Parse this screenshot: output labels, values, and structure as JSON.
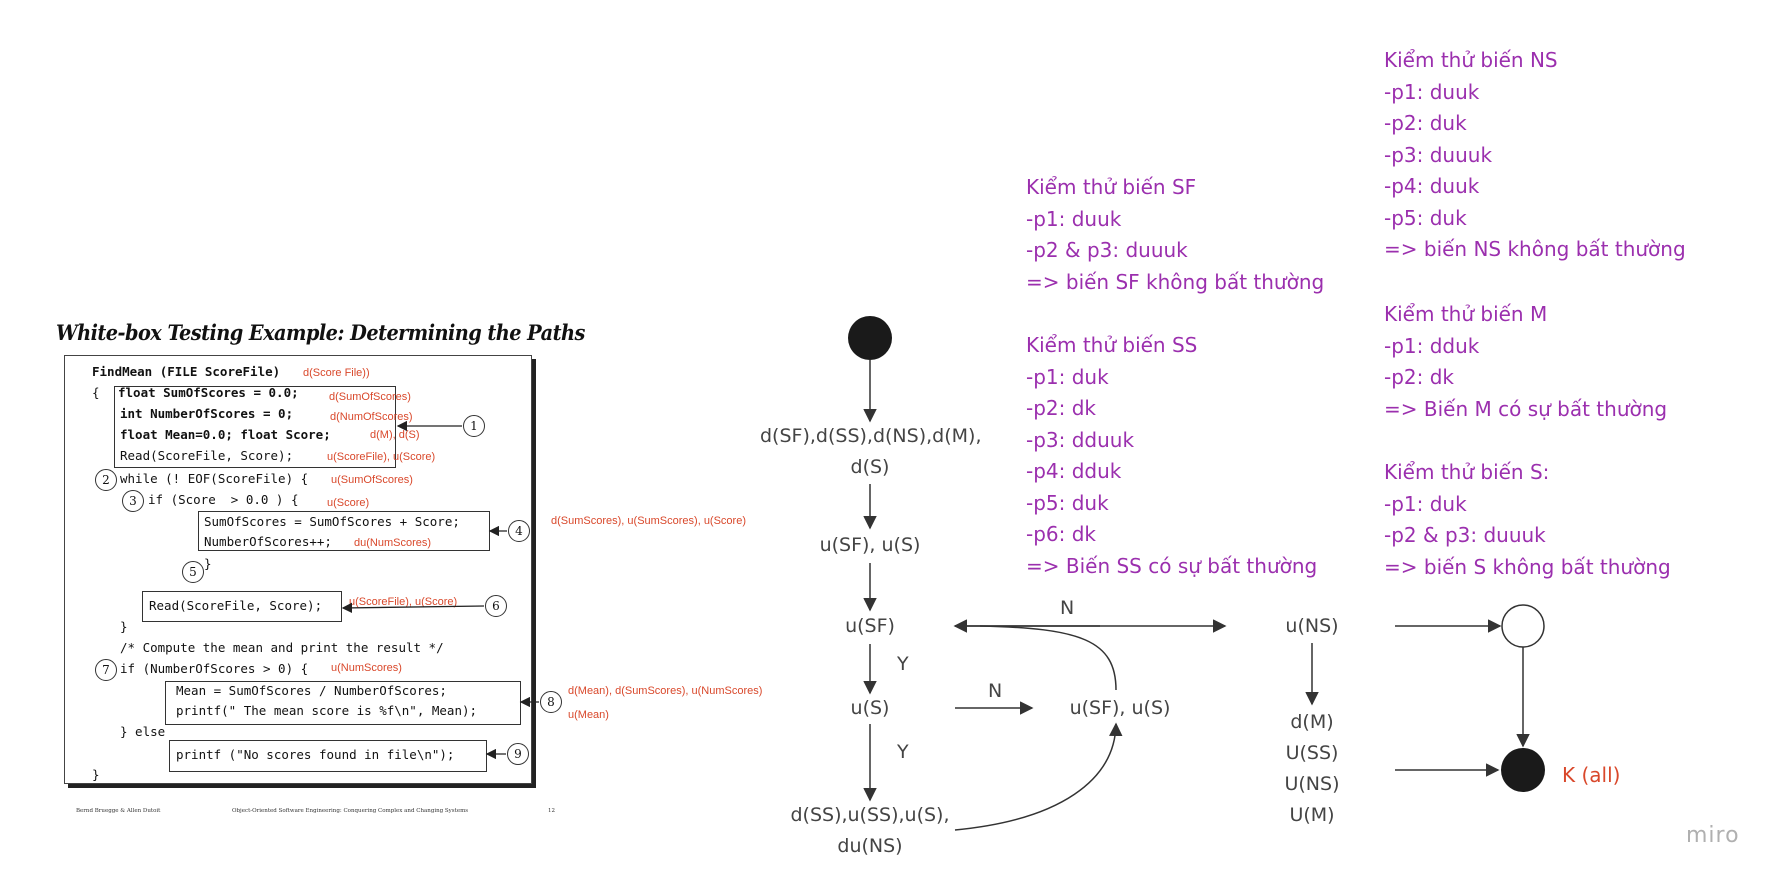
{
  "slide": {
    "title": "White-box Testing Example: Determining the Paths",
    "code": [
      "FindMean (FILE ScoreFile)",
      "{",
      "float SumOfScores = 0.0;",
      "int NumberOfScores = 0;",
      "float Mean=0.0; float Score;",
      "Read(ScoreFile, Score);",
      "while (! EOF(ScoreFile) {",
      "if (Score  > 0.0 ) {",
      "SumOfScores = SumOfScores + Score;",
      "NumberOfScores++;",
      "}",
      "Read(ScoreFile, Score);",
      "}",
      "/* Compute the mean and print the result */",
      "if (NumberOfScores > 0) {",
      "Mean = SumOfScores / NumberOfScores;",
      "printf(\" The mean score is %f\\n\", Mean);",
      "} else",
      "printf (\"No scores found in file\\n\");",
      "}"
    ],
    "annotations": [
      "d(Score File))",
      "d(SumOfScores)",
      "d(NumOfScores)",
      "d(M), d(S)",
      "u(ScoreFile), u(Score)",
      "u(SumOfScores)",
      "u(Score)",
      "d(SumScores), u(SumScores), u(Score)",
      "du(NumScores)",
      "u(ScoreFile), u(Score)",
      "u(NumScores)",
      "d(Mean), d(SumScores), u(NumScores)",
      "u(Mean)"
    ],
    "circles": [
      "1",
      "2",
      "3",
      "4",
      "5",
      "6",
      "7",
      "8",
      "9"
    ],
    "footer": {
      "left": "Bernd Bruegge & Allen Dutoit",
      "center": "Object-Oriented Software Engineering: Conquering Complex and Changing Systems",
      "right": "12"
    }
  },
  "graph": {
    "nodes": {
      "n1_line1": "d(SF),d(SS),d(NS),d(M),",
      "n1_line2": "d(S)",
      "n2": "u(SF), u(S)",
      "n3": "u(SF)",
      "n4": "u(S)",
      "n5_line1": "d(SS),u(SS),u(S),",
      "n5_line2": "du(NS)",
      "n6": "u(SF), u(S)",
      "n7": "u(NS)",
      "n8": [
        "d(M)",
        "U(SS)",
        "U(NS)",
        "U(M)"
      ]
    },
    "edge_labels": {
      "n_top": "N",
      "y_upper": "Y",
      "n_mid": "N",
      "y_lower": "Y"
    },
    "final_label": "K (all)"
  },
  "notes": {
    "sf": [
      "Kiểm thử biến SF",
      "-p1: duuk",
      "-p2 & p3: duuuk",
      "=> biến SF không bất thường"
    ],
    "ss": [
      "Kiểm thử biến SS",
      "-p1: duk",
      "-p2: dk",
      "-p3: dduuk",
      "-p4: dduk",
      "-p5: duk",
      "-p6: dk",
      "=> Biến SS có sự bất thường"
    ],
    "ns": [
      "Kiểm thử biến NS",
      "-p1: duuk",
      "-p2: duk",
      "-p3: duuuk",
      "-p4: duuk",
      "-p5: duk",
      "=> biến NS không bất thường"
    ],
    "m": [
      "Kiểm thử biến M",
      "-p1: dduk",
      "-p2: dk",
      "=> Biến M có sự bất thường"
    ],
    "s": [
      "Kiểm thử biến S:",
      "-p1: duk",
      "-p2 & p3: duuuk",
      "=> biến S không bất thường"
    ]
  },
  "colors": {
    "purple": "#9b2fae",
    "annotation": "#d9482b",
    "node_text": "#444444"
  },
  "watermark": "miro"
}
